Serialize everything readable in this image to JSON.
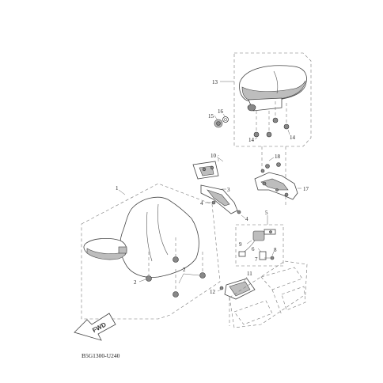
{
  "diagram": {
    "callouts": [
      "1",
      "2",
      "2",
      "3",
      "4",
      "4",
      "5",
      "6",
      "7",
      "8",
      "9",
      "10",
      "11",
      "12",
      "13",
      "14",
      "14",
      "15",
      "16",
      "17",
      "18"
    ],
    "direction_label": "FWD",
    "figure_code": "B5G1300-U240"
  }
}
